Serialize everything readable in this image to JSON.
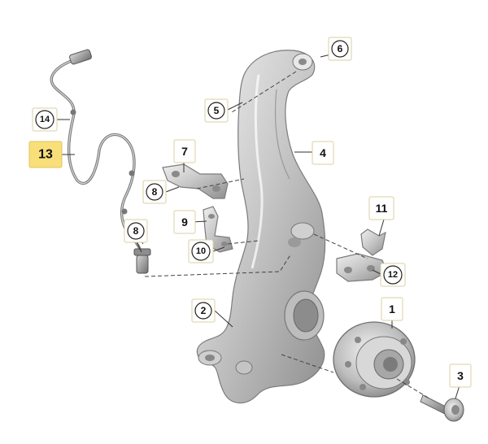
{
  "callouts": [
    {
      "id": "c1",
      "label": "1",
      "style": "plain"
    },
    {
      "id": "c2",
      "label": "2",
      "style": "circle"
    },
    {
      "id": "c3",
      "label": "3",
      "style": "plain"
    },
    {
      "id": "c4",
      "label": "4",
      "style": "plain"
    },
    {
      "id": "c5",
      "label": "5",
      "style": "circle"
    },
    {
      "id": "c6",
      "label": "6",
      "style": "circle"
    },
    {
      "id": "c7",
      "label": "7",
      "style": "plain"
    },
    {
      "id": "c8a",
      "label": "8",
      "style": "circle"
    },
    {
      "id": "c8b",
      "label": "8",
      "style": "circle"
    },
    {
      "id": "c9",
      "label": "9",
      "style": "plain"
    },
    {
      "id": "c10",
      "label": "10",
      "style": "circle"
    },
    {
      "id": "c11",
      "label": "11",
      "style": "plain"
    },
    {
      "id": "c12",
      "label": "12",
      "style": "circle"
    },
    {
      "id": "c13",
      "label": "13",
      "style": "highlight"
    },
    {
      "id": "c14",
      "label": "14",
      "style": "circle"
    }
  ],
  "colors": {
    "highlight": "#f8df7a",
    "callout_border": "#d9d0a3",
    "metal": "#c8c8c8",
    "line": "#333333"
  }
}
